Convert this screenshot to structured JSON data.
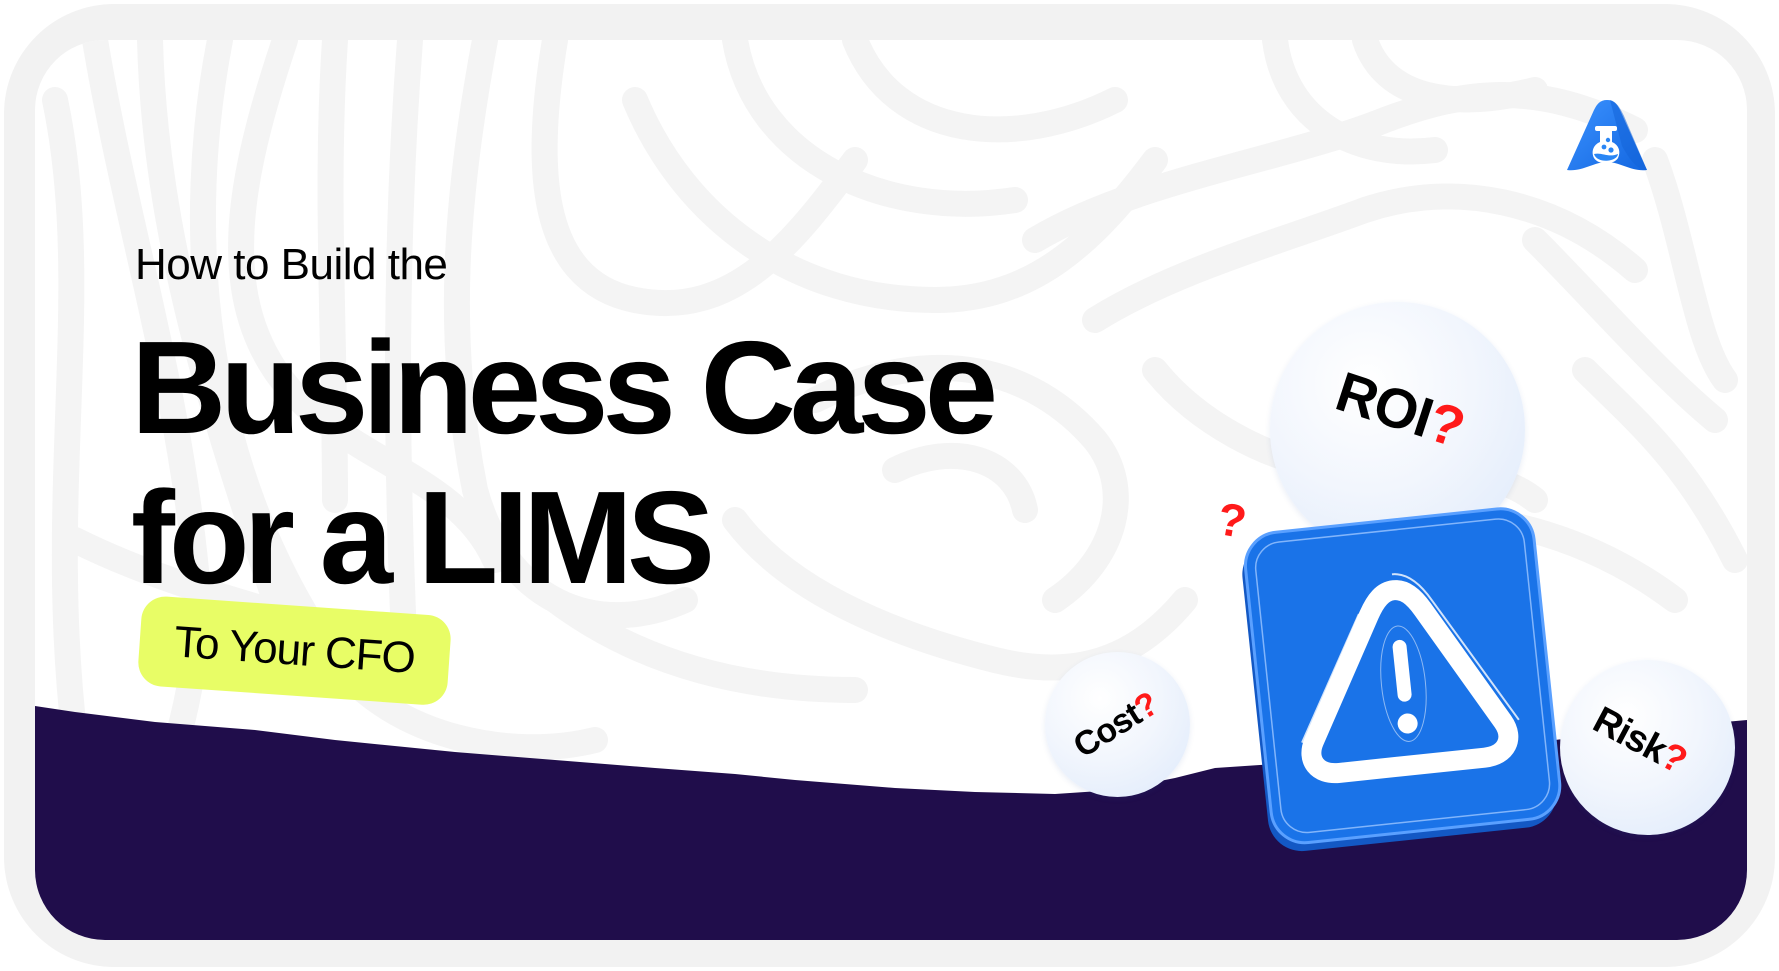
{
  "banner": {
    "subtitle": "How to Build the",
    "headline_line1": "Business Case",
    "headline_line2": "for a LIMS",
    "pill_label": "To Your CFO"
  },
  "graphic": {
    "bubbles": [
      {
        "label": "ROI",
        "suffix": "?"
      },
      {
        "label": "Cost",
        "suffix": "?"
      },
      {
        "label": "Risk",
        "suffix": "?"
      }
    ],
    "floating_mark": "?",
    "sign_icon": "warning-triangle-icon",
    "logo_icon": "flask-a-logo-icon"
  },
  "colors": {
    "frame": "#f2f2f2",
    "card": "#ffffff",
    "swirl": "#f4f4f4",
    "navy": "#200d4b",
    "pill": "#e8fd66",
    "sign_blue": "#1a73e8",
    "accent_red": "#ff1a1a",
    "logo_blue": "#2a86f5"
  }
}
